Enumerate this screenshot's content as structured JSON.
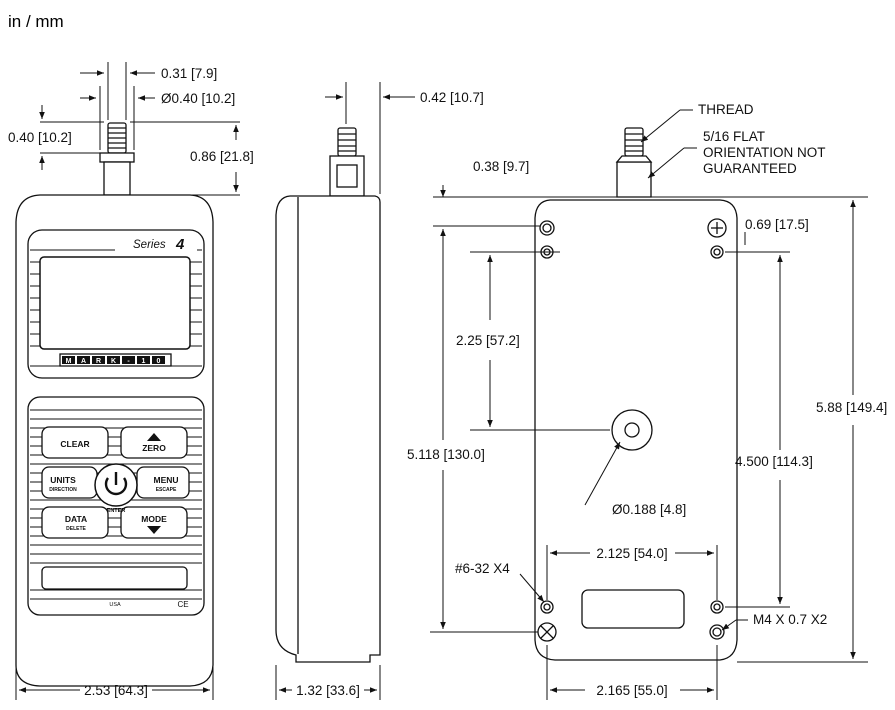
{
  "units_label": "in / mm",
  "device": {
    "series_label": "Series",
    "series_number": "4",
    "brand": [
      "M",
      "A",
      "R",
      "K",
      "-",
      "1",
      "0"
    ],
    "buttons": {
      "clear": "CLEAR",
      "zero": "ZERO",
      "units": "UNITS",
      "units_sub": "DIRECTION",
      "menu": "MENU",
      "menu_sub": "ESCAPE",
      "data": "DATA",
      "data_sub": "DELETE",
      "mode": "MODE",
      "enter": "ENTER"
    },
    "origin": "USA",
    "cert": "CE"
  },
  "dimensions": {
    "shaft_width": "0.31 [7.9]",
    "shaft_dia": "Ø0.40 [10.2]",
    "thread_len": "0.40 [10.2]",
    "shaft_height": "0.86 [21.8]",
    "front_width": "2.53 [64.3]",
    "side_offset": "0.42 [10.7]",
    "side_depth": "1.32 [33.6]",
    "back_top": "0.38 [9.7]",
    "thread": "THREAD",
    "flat_note_1": "5/16 FLAT",
    "flat_note_2": "ORIENTATION NOT",
    "flat_note_3": "GUARANTEED",
    "hole_offset": "0.69 [17.5]",
    "center_offset": "2.25 [57.2]",
    "mount_height": "5.118 [130.0]",
    "hole_spacing_v": "4.500 [114.3]",
    "total_height": "5.88 [149.4]",
    "center_hole": "Ø0.188 [4.8]",
    "hole_spacing_h": "2.125 [54.0]",
    "thread_holes": "#6-32 X4",
    "metric_holes": "M4 X 0.7 X2",
    "back_width": "2.165 [55.0]"
  }
}
